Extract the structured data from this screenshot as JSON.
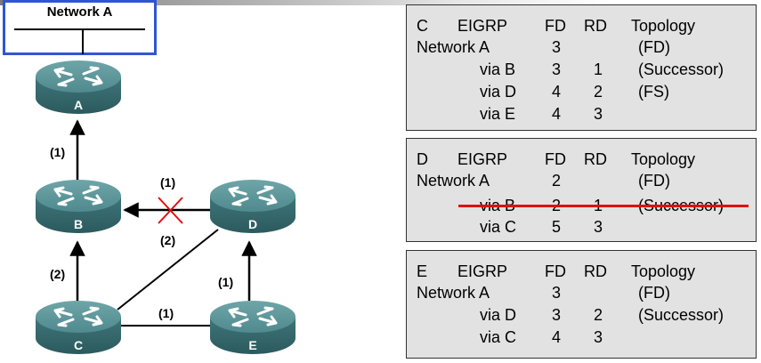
{
  "network_box": {
    "title": "Network A"
  },
  "routers": [
    {
      "id": "A",
      "label": "A"
    },
    {
      "id": "B",
      "label": "B"
    },
    {
      "id": "C",
      "label": "C"
    },
    {
      "id": "D",
      "label": "D"
    },
    {
      "id": "E",
      "label": "E"
    }
  ],
  "link_labels": {
    "a_b": "(1)",
    "b_c": "(2)",
    "d_b_top": "(1)",
    "d_b_bottom": "(2)",
    "c_e": "(1)",
    "e_d": "(1)"
  },
  "colors": {
    "highlight_border": "#2f55d4",
    "failed_link": "#e01010",
    "panel_bg": "#e2e2e2"
  },
  "tables": {
    "c": {
      "header": {
        "router": "C",
        "proto": "EIGRP",
        "fd": "FD",
        "rd": "RD",
        "topo": "Topology"
      },
      "network": {
        "name": "Network A",
        "fd": "3",
        "topo": "(FD)"
      },
      "routes": [
        {
          "via": "via B",
          "fd": "3",
          "rd": "1",
          "note": "(Successor)"
        },
        {
          "via": "via D",
          "fd": "4",
          "rd": "2",
          "note": "(FS)"
        },
        {
          "via": "via E",
          "fd": "4",
          "rd": "3",
          "note": ""
        }
      ]
    },
    "d": {
      "header": {
        "router": "D",
        "proto": "EIGRP",
        "fd": "FD",
        "rd": "RD",
        "topo": "Topology"
      },
      "network": {
        "name": "Network A",
        "fd": "2",
        "topo": "(FD)"
      },
      "routes": [
        {
          "via": "via B",
          "fd": "2",
          "rd": "1",
          "note": "(Successor)",
          "struck": true
        },
        {
          "via": "via C",
          "fd": "5",
          "rd": "3",
          "note": ""
        }
      ]
    },
    "e": {
      "header": {
        "router": "E",
        "proto": "EIGRP",
        "fd": "FD",
        "rd": "RD",
        "topo": "Topology"
      },
      "network": {
        "name": "Network A",
        "fd": "3",
        "topo": "(FD)"
      },
      "routes": [
        {
          "via": "via D",
          "fd": "3",
          "rd": "2",
          "note": "(Successor)"
        },
        {
          "via": "via C",
          "fd": "4",
          "rd": "3",
          "note": ""
        }
      ]
    }
  }
}
